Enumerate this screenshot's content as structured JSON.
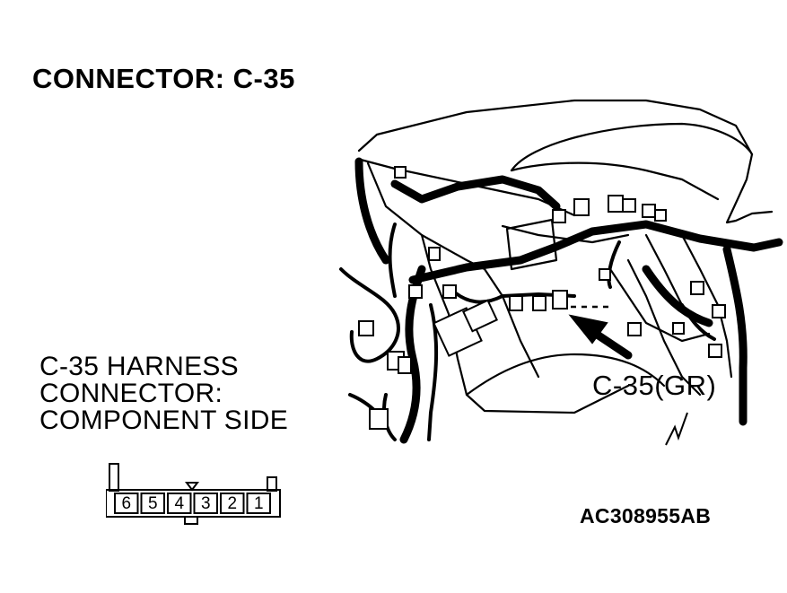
{
  "title": "CONNECTOR: C-35",
  "harness_label": {
    "line1": "C-35 HARNESS",
    "line2": "CONNECTOR:",
    "line3": "COMPONENT SIDE"
  },
  "callout_label": "C-35(GR)",
  "figure_id": "AC308955AB",
  "connector_pins": [
    "6",
    "5",
    "4",
    "3",
    "2",
    "1"
  ]
}
